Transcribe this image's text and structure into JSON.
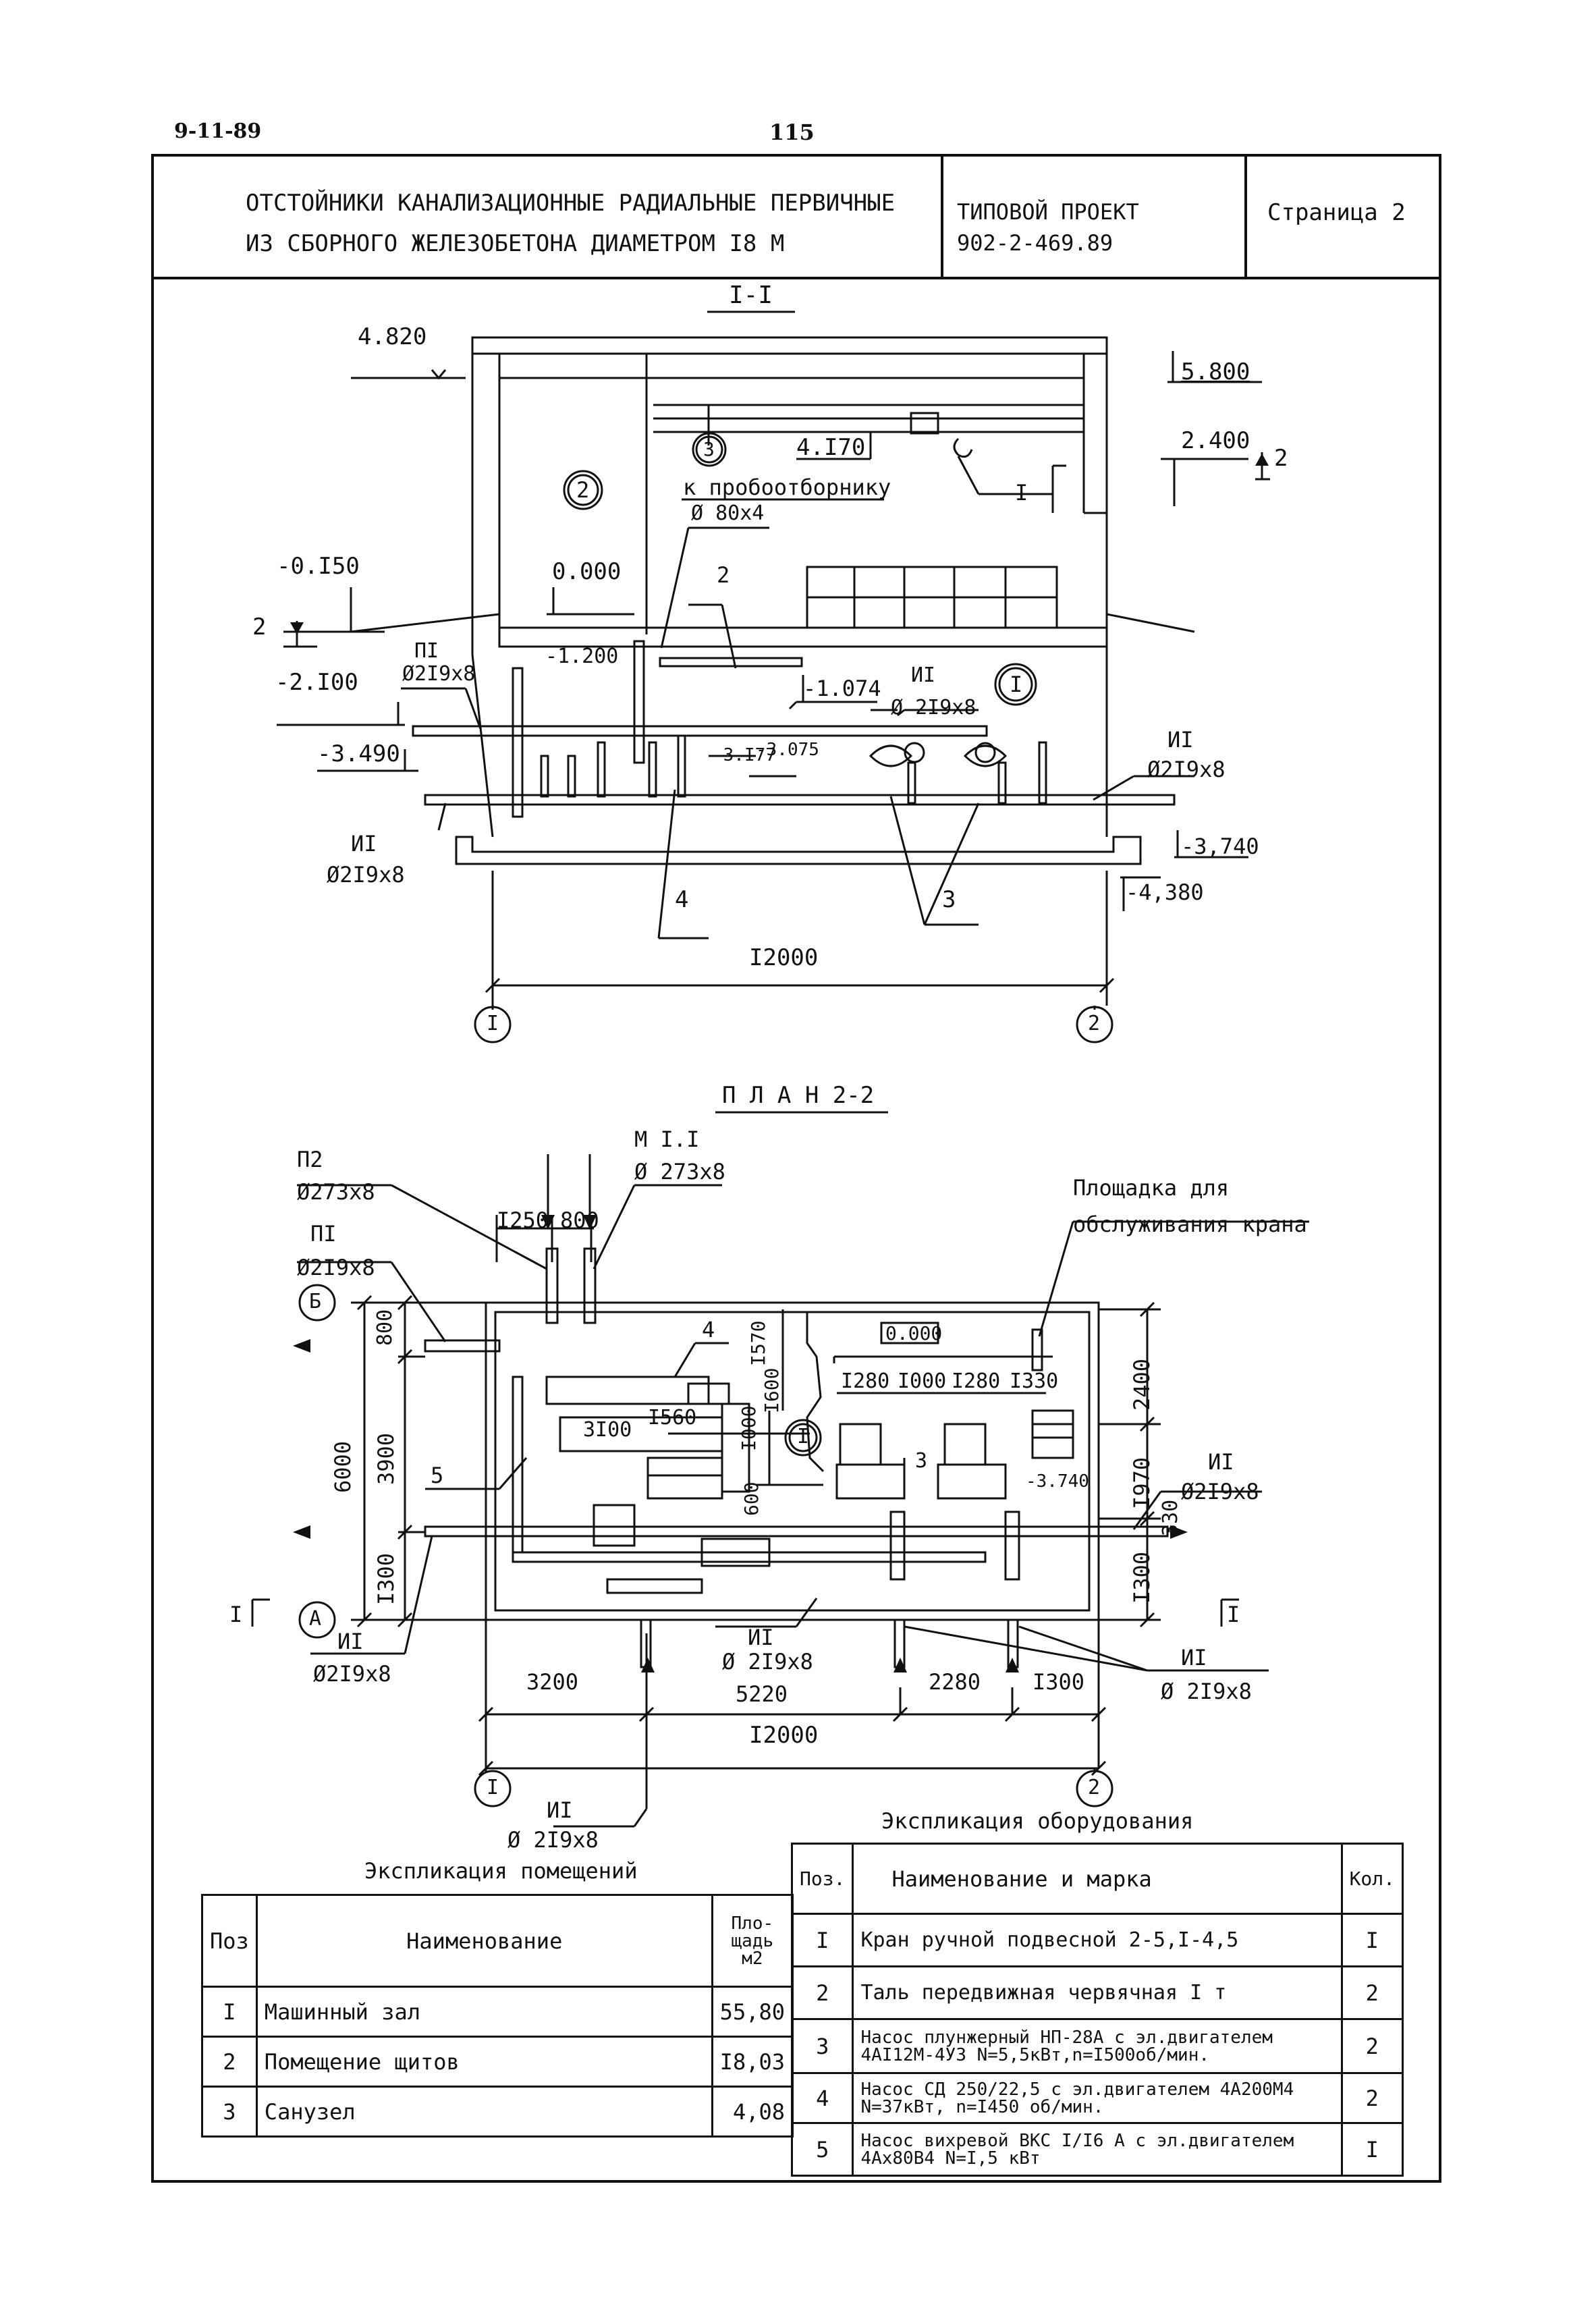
{
  "sheet": {
    "date": "9-11-89",
    "page_number": "115"
  },
  "title_block": {
    "title_line1": "ОТСТОЙНИКИ КАНАЛИЗАЦИОННЫЕ РАДИАЛЬНЫЕ ПЕРВИЧНЫЕ",
    "title_line2": "ИЗ СБОРНОГО ЖЕЛЕЗОБЕТОНА ДИАМЕТРОМ I8 М",
    "project_label": "ТИПОВОЙ ПРОЕКТ",
    "project_number": "902-2-469.89",
    "page_label": "Страница 2"
  },
  "section_view": {
    "title": "I-I",
    "levels": [
      "4.820",
      "5.800",
      "2.400",
      "-0.I50",
      "0.000",
      "-2.I00",
      "-3.490",
      "-1.074",
      "-3,740",
      "-4,380",
      "4.I70",
      "-1.200",
      "-3.I77",
      "-3.075"
    ],
    "labels": {
      "sampler": "к пробоотборнику",
      "sampler_pipe": "Ø 80x4",
      "p1": "ПI",
      "p1_pipe": "Ø2I9x8",
      "i1": "ИI",
      "i1_pipe": "Ø 2I9x8",
      "i1_right": "ИI",
      "i1_right_pipe": "Ø2I9x8",
      "i1_left": "ИI",
      "i1_left_pipe": "Ø2I9x8",
      "dim_total": "I2000",
      "axis_1": "I",
      "axis_2": "2",
      "room_2": "2",
      "room_3": "3",
      "room_1": "I",
      "callout_2": "2",
      "callout_3": "3",
      "callout_4": "4",
      "callout_I": "I",
      "cut_mark": "2"
    }
  },
  "plan_view": {
    "title": "П Л А Н  2-2",
    "labels": {
      "m11": "М I.I",
      "m11_pipe": "Ø 273x8",
      "p2": "П2",
      "p2_pipe": "Ø273x8",
      "p1": "ПI",
      "p1_pipe": "Ø2I9x8",
      "platform_line1": "Площадка для",
      "platform_line2": "обслуживания крана",
      "zero": "0.000",
      "lvl_3740": "-3.740",
      "axis_B": "Б",
      "axis_A": "А",
      "axis_1": "I",
      "axis_2": "2",
      "cut_I": "I",
      "i1_left": "ИI",
      "i1_left_pipe": "Ø2I9x8",
      "i1_mid": "ИI",
      "i1_mid_pipe": "Ø 2I9x8",
      "i1_right": "ИI",
      "i1_right_pipe": "Ø2I9x8",
      "i1_right2": "ИI",
      "i1_right2_pipe": "Ø 2I9x8",
      "i1_bottom": "ИI",
      "i1_bottom_pipe": "Ø 2I9x8",
      "callout_4": "4",
      "callout_5": "5",
      "callout_3": "3",
      "callout_I": "I"
    },
    "dims": {
      "d1250": "I250",
      "d800": "800",
      "d_800_v": "800",
      "d6000": "6000",
      "d3900": "3900",
      "d1300_l": "I300",
      "d1570": "I570",
      "d1600": "I600",
      "d3100": "3I00",
      "d1560": "I560",
      "d1000": "I000",
      "d600": "600",
      "d1280a": "I280",
      "d1000b": "I000",
      "d1280b": "I280",
      "d1330": "I330",
      "d2400": "2400",
      "d1970": "I970",
      "d330": "330",
      "d1300_r": "I300",
      "d3200": "3200",
      "d5220": "5220",
      "d2280": "2280",
      "d1300_b": "I300",
      "d12000": "I2000"
    }
  },
  "rooms_table": {
    "title": "Экспликация помещений",
    "headers": {
      "pos": "Поз",
      "name": "Наименование",
      "area": "Пло-щадь м2"
    },
    "rows": [
      {
        "pos": "I",
        "name": "Машинный зал",
        "area": "55,80"
      },
      {
        "pos": "2",
        "name": "Помещение щитов",
        "area": "I8,03"
      },
      {
        "pos": "3",
        "name": "Санузел",
        "area": "4,08"
      }
    ]
  },
  "equipment_table": {
    "title": "Экспликация оборудования",
    "headers": {
      "pos": "Поз.",
      "name": "Наименование и марка",
      "qty": "Кол."
    },
    "rows": [
      {
        "pos": "I",
        "name": "Кран ручной подвесной  2-5,I-4,5",
        "qty": "I"
      },
      {
        "pos": "2",
        "name": "Таль передвижная червячная I т",
        "qty": "2"
      },
      {
        "pos": "3",
        "name": "Насос плунжерный НП-28А с эл.двигателем 4АI12М-4У3 N=5,5кВт,n=I500об/мин.",
        "qty": "2"
      },
      {
        "pos": "4",
        "name": "Насос СД 250/22,5 с эл.двигателем 4А200М4 N=37кВт, n=I450 об/мин.",
        "qty": "2"
      },
      {
        "pos": "5",
        "name": "Насос вихревой ВКС I/I6 А с эл.двигателем 4Ах80В4  N=I,5 кВт",
        "qty": "I"
      }
    ]
  }
}
